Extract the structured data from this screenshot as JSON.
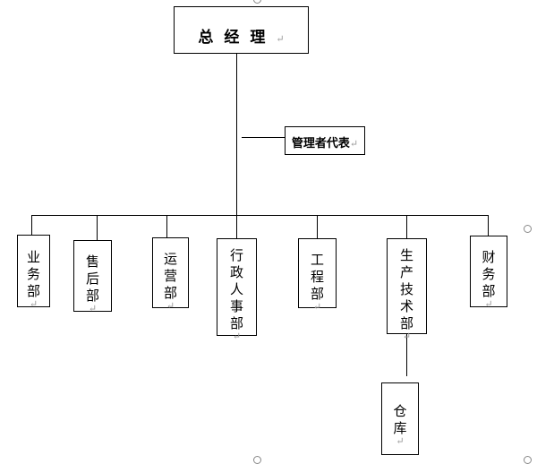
{
  "general_manager": {
    "label": "总经理",
    "mark": "↵"
  },
  "management_representative": {
    "label": "管理者代表",
    "mark": "↵"
  },
  "departments": [
    {
      "chars": [
        "业",
        "务",
        "部"
      ],
      "mark": "↵"
    },
    {
      "chars": [
        "售",
        "后",
        "部"
      ],
      "mark": "↵"
    },
    {
      "chars": [
        "运",
        "营",
        "部"
      ],
      "mark": "↵"
    },
    {
      "chars": [
        "行",
        "政",
        "人",
        "事",
        "部"
      ],
      "mark": "↵"
    },
    {
      "chars": [
        "工",
        "程",
        "部"
      ],
      "mark": "↵"
    },
    {
      "chars": [
        "生",
        "产",
        "技",
        "术",
        "部"
      ],
      "mark": "↵"
    },
    {
      "chars": [
        "财",
        "务",
        "部"
      ],
      "mark": "↵"
    }
  ],
  "sub_department": {
    "chars": [
      "仓",
      "库"
    ],
    "mark": "↵"
  }
}
